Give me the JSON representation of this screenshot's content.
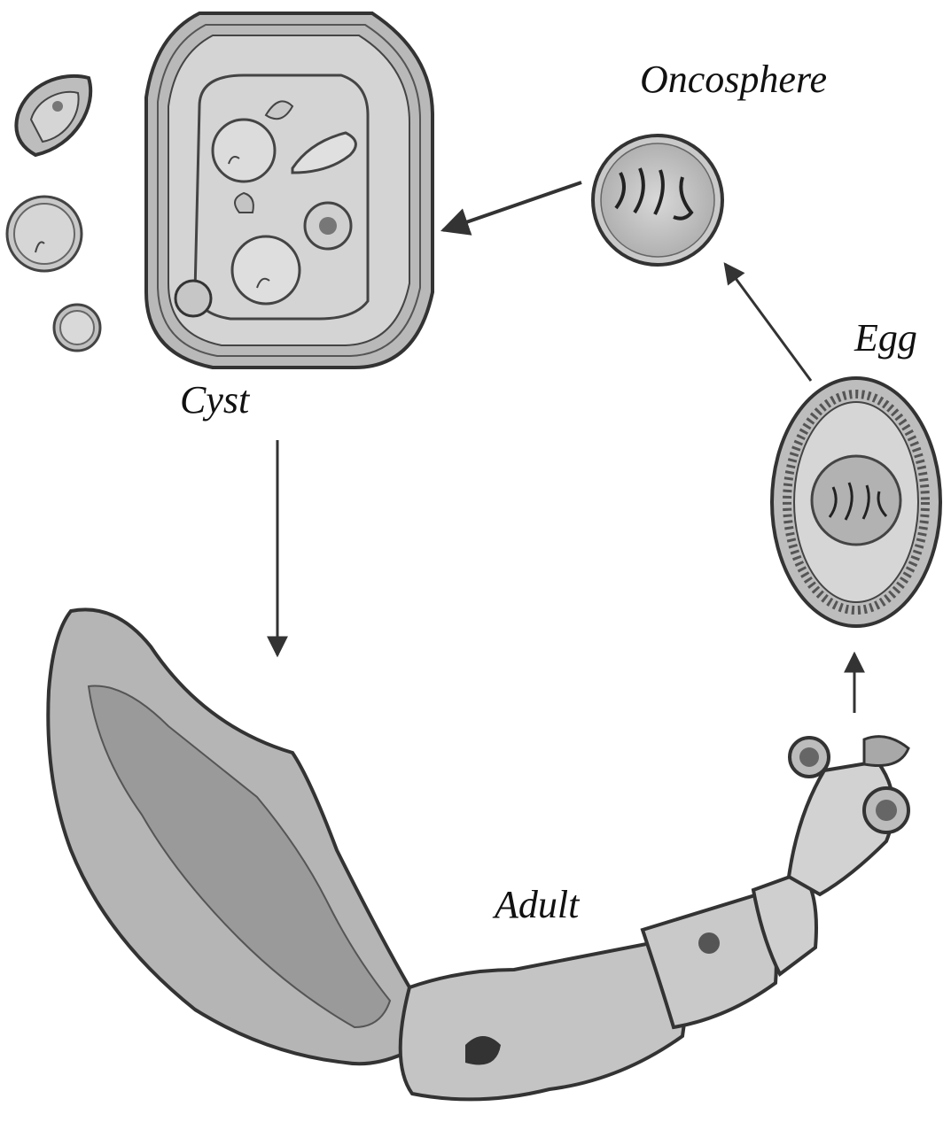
{
  "labels": {
    "oncosphere": "Oncosphere",
    "egg": "Egg",
    "cyst": "Cyst",
    "adult": "Adult"
  },
  "colors": {
    "background": "#ffffff",
    "fill_light": "#d6d6d6",
    "fill_mid": "#b8b8b8",
    "fill_dark": "#8e8e8e",
    "stroke": "#333333"
  }
}
